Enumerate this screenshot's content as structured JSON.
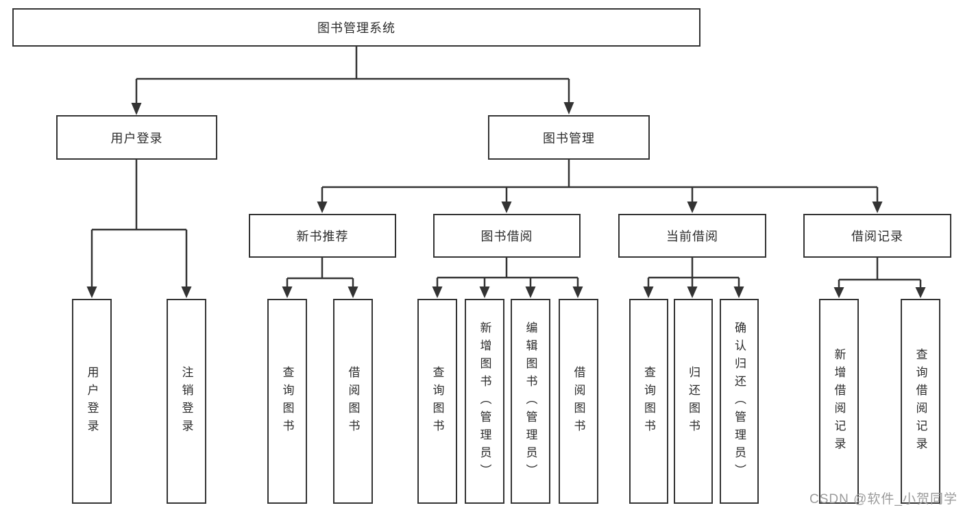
{
  "diagram": {
    "root": {
      "label": "图书管理系统"
    },
    "branches": [
      {
        "label": "用户登录",
        "children": [
          {
            "label": "用户登录"
          },
          {
            "label": "注销登录"
          }
        ]
      },
      {
        "label": "图书管理",
        "children": [
          {
            "label": "新书推荐",
            "children": [
              {
                "label": "查询图书"
              },
              {
                "label": "借阅图书"
              }
            ]
          },
          {
            "label": "图书借阅",
            "children": [
              {
                "label": "查询图书"
              },
              {
                "label": "新增图书（管理员）"
              },
              {
                "label": "编辑图书（管理员）"
              },
              {
                "label": "借阅图书"
              }
            ]
          },
          {
            "label": "当前借阅",
            "children": [
              {
                "label": "查询图书"
              },
              {
                "label": "归还图书"
              },
              {
                "label": "确认归还（管理员）"
              }
            ]
          },
          {
            "label": "借阅记录",
            "children": [
              {
                "label": "新增借阅记录"
              },
              {
                "label": "查询借阅记录"
              }
            ]
          }
        ]
      }
    ]
  },
  "watermark": {
    "text": "CSDN @软件_小贺同学"
  },
  "colors": {
    "line": "#333333",
    "text": "#2b2b2b",
    "watermark": "#9b9b9b",
    "background": "#ffffff"
  }
}
